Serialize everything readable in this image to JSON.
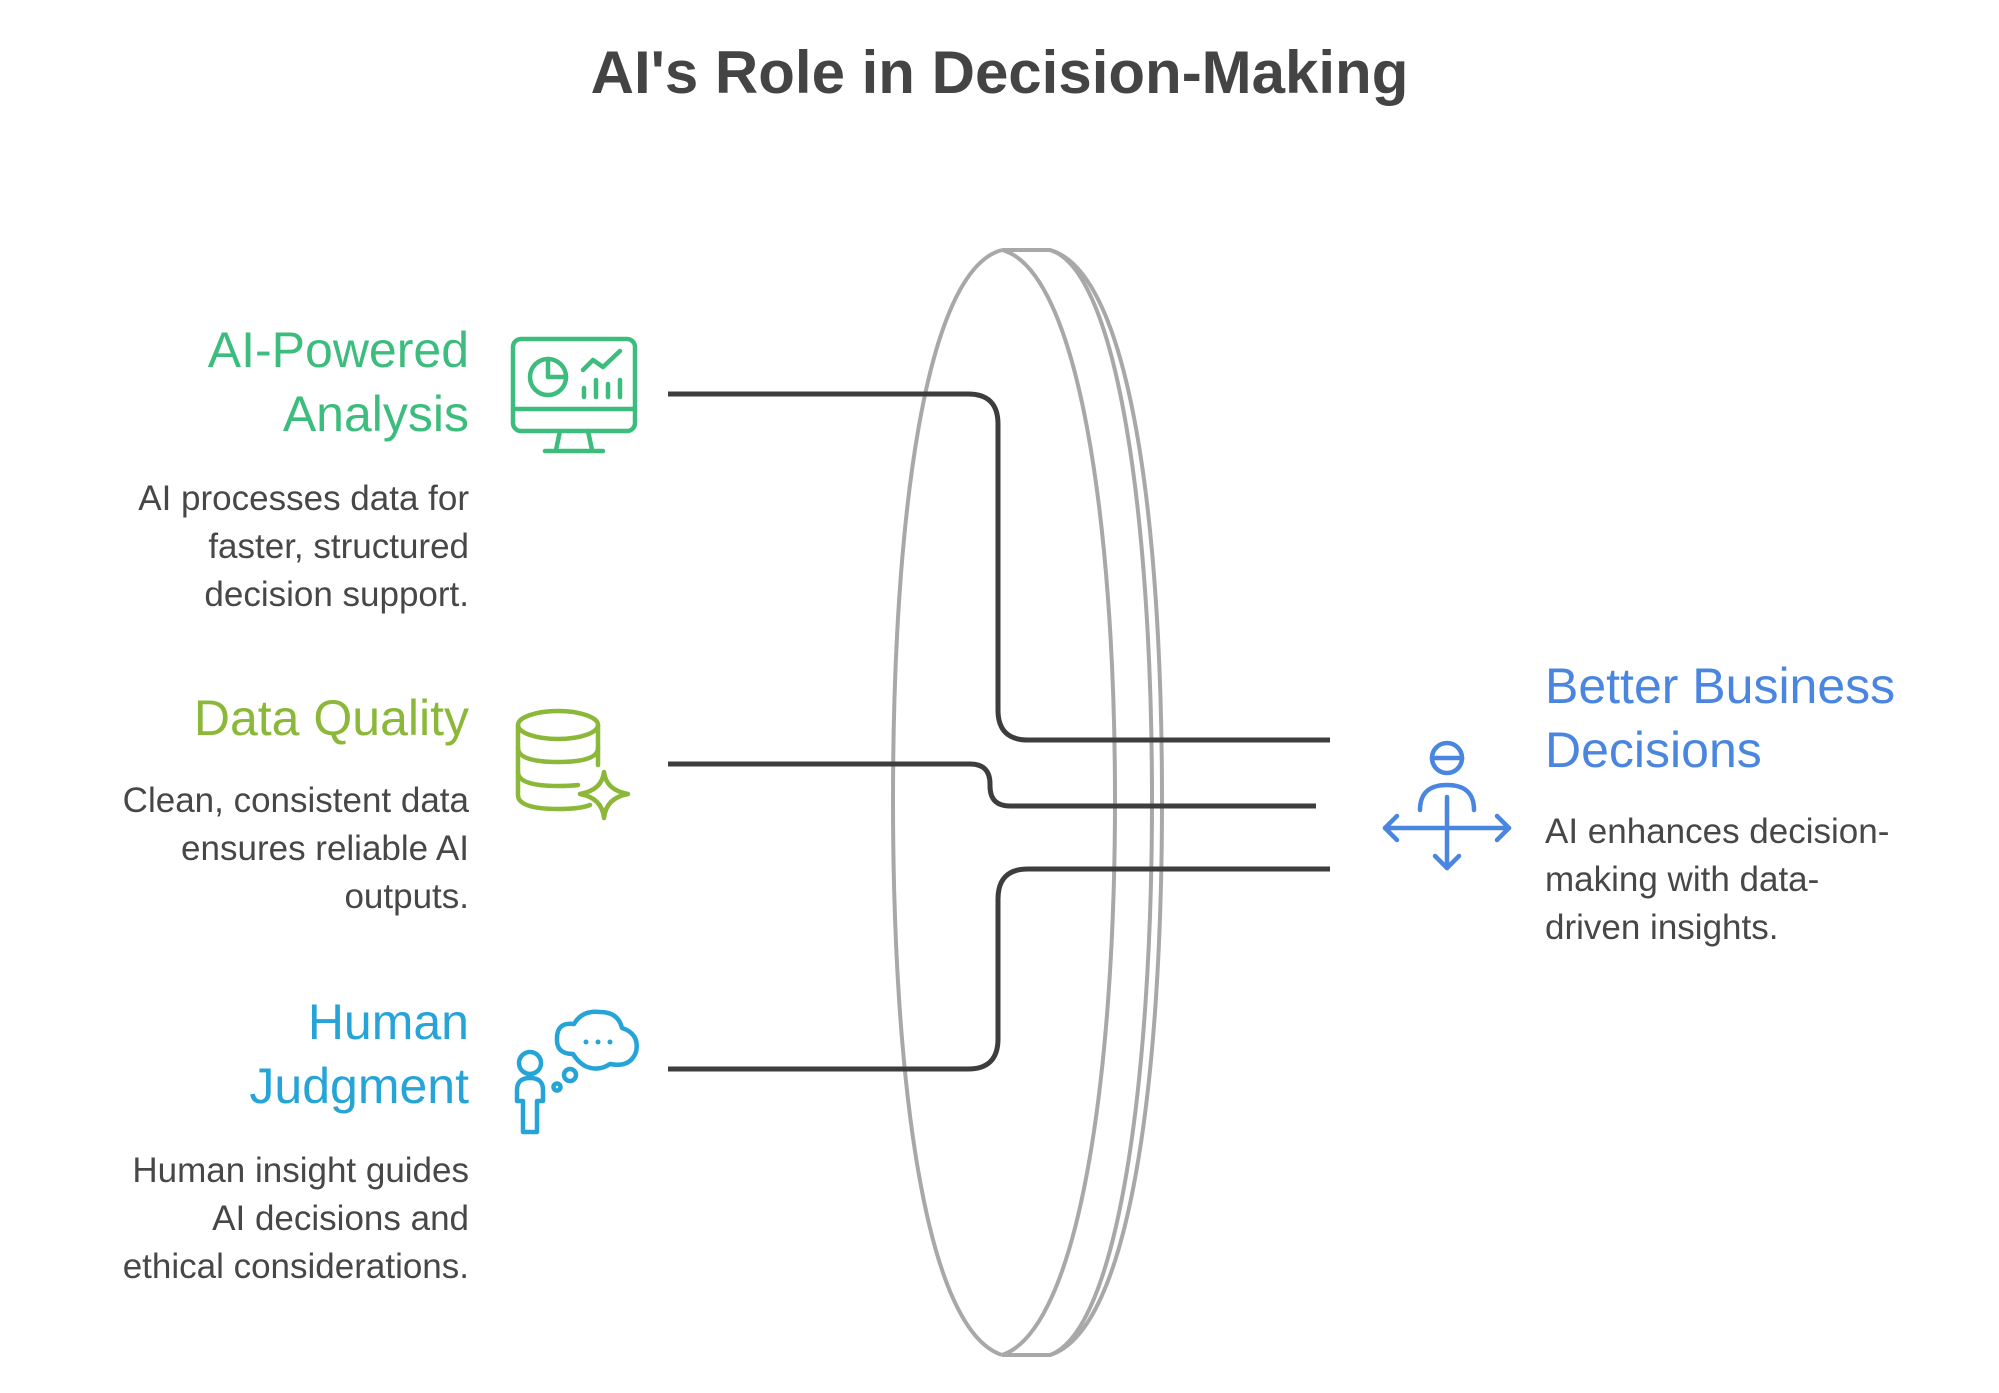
{
  "title": "AI's Role in Decision-Making",
  "inputs": [
    {
      "id": "ai-powered-analysis",
      "heading_lines": [
        "AI-Powered",
        "Analysis"
      ],
      "description_lines": [
        "AI processes data for",
        "faster, structured",
        "decision support."
      ],
      "color": "#3dbd7d",
      "icon": "monitor-analytics-icon"
    },
    {
      "id": "data-quality",
      "heading_lines": [
        "Data Quality"
      ],
      "description_lines": [
        "Clean, consistent data",
        "ensures reliable AI",
        "outputs."
      ],
      "color": "#8cb83a",
      "icon": "database-sparkle-icon"
    },
    {
      "id": "human-judgment",
      "heading_lines": [
        "Human",
        "Judgment"
      ],
      "description_lines": [
        "Human insight guides",
        "AI decisions and",
        "ethical considerations."
      ],
      "color": "#26a4d8",
      "icon": "person-thought-bubble-icon"
    }
  ],
  "output": {
    "id": "better-business-decisions",
    "heading_lines": [
      "Better Business",
      "Decisions"
    ],
    "description_lines": [
      "AI enhances decision-",
      "making with data-",
      "driven insights."
    ],
    "color": "#4a86e0",
    "icon": "person-arrows-icon"
  },
  "colors": {
    "title": "#444444",
    "description": "#474747",
    "connector": "#3d3d3d",
    "lens": "#a8a8a8"
  }
}
